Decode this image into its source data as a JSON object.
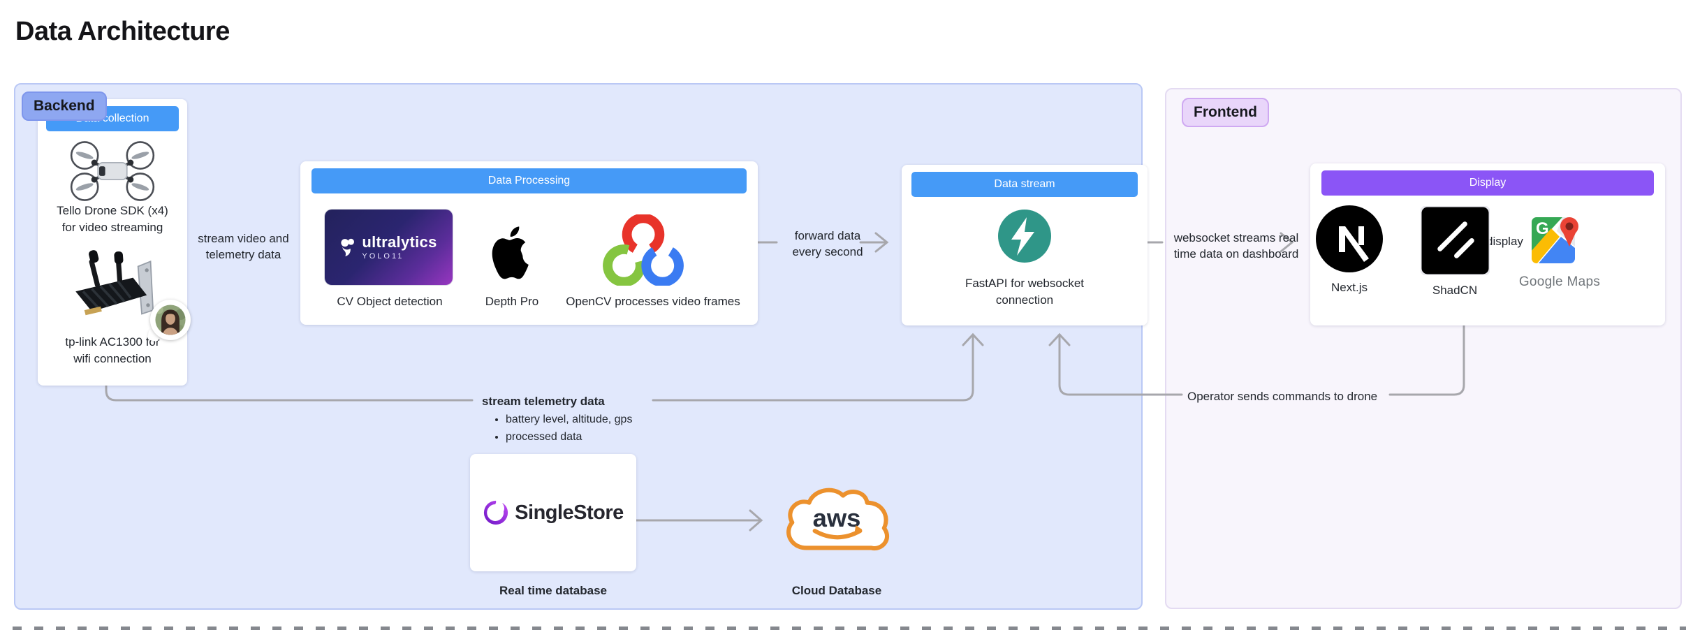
{
  "title": "Data Architecture",
  "backend": {
    "label": "Backend",
    "data_collection": {
      "header": "Data collection",
      "drone_line1": "Tello Drone SDK (x4)",
      "drone_line2": "for video streaming",
      "tplink_line1": "tp-link AC1300 for",
      "tplink_line2": "wifi connection"
    },
    "stream_video_line1": "stream video and",
    "stream_video_line2": "telemetry data",
    "data_processing": {
      "header": "Data Processing",
      "ultralytics_brand": "ultralytics",
      "ultralytics_sub": "YOLO11",
      "ultralytics_caption": "CV Object detection",
      "depthpro_caption": "Depth Pro",
      "opencv_caption": "OpenCV processes video frames"
    },
    "forward_line1": "forward data",
    "forward_line2": "every second",
    "data_stream": {
      "header": "Data stream",
      "fastapi_line1": "FastAPI for websocket",
      "fastapi_line2": "connection"
    },
    "telemetry": {
      "label": "stream telemetry data",
      "bullets": [
        "battery level, altitude, gps",
        "processed data"
      ]
    },
    "singlestore": {
      "brand": "SingleStore",
      "caption": "Real time database"
    },
    "aws": {
      "brand": "aws",
      "caption": "Cloud Database"
    }
  },
  "frontend": {
    "label": "Frontend",
    "display": {
      "header": "Display",
      "nextjs_caption": "Next.js",
      "shadcn_caption": "ShadCN",
      "inline_label": "display",
      "gmaps_caption": "Google Maps"
    },
    "websocket_line1": "websocket streams real",
    "websocket_line2": "time data on dashboard",
    "operator_label": "Operator sends commands to drone"
  },
  "colors": {
    "header_blue": "#459af7",
    "header_purple": "#8b55f6",
    "backend_panel": "#e1e8fc",
    "backend_pill": "#8ea7f1",
    "frontend_panel": "#f8f5fc",
    "frontend_pill": "#e9d6fa",
    "connector_gray": "#a7a7ac",
    "fastapi_teal": "#2f9688",
    "aws_orange": "#ec912d",
    "text_dark": "#1f2328"
  }
}
